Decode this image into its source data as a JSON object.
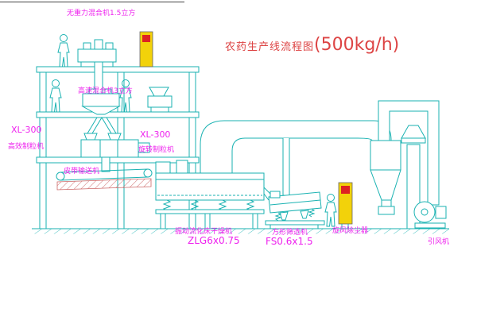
{
  "title": {
    "name": "农药生产线流程图",
    "capacity": "(500kg/h)"
  },
  "labels": {
    "top_mixer": "无重力混合机1.5立方",
    "high_speed_mixer": "高速混合机3立方",
    "xl300_left": "XL-300",
    "granulator_left": "高效制粒机",
    "xl300_mid": "XL-300",
    "granulator_mid": "旋转制粒机",
    "belt_conveyor": "皮带输送机",
    "dryer": "振动流化床干燥机",
    "dryer_model": "ZLG6x0.75",
    "sifter": "方形筛选机",
    "sifter_model": "FS0.6x1.5",
    "cyclone": "旋风除尘器",
    "fan": "引风机"
  },
  "colors": {
    "line": "#1ab2b2",
    "label": "#ee22ee",
    "title": "#dd4444",
    "panel": "#f2d20a",
    "panel_accent": "#dd2222",
    "hatch": "#cc6666"
  }
}
